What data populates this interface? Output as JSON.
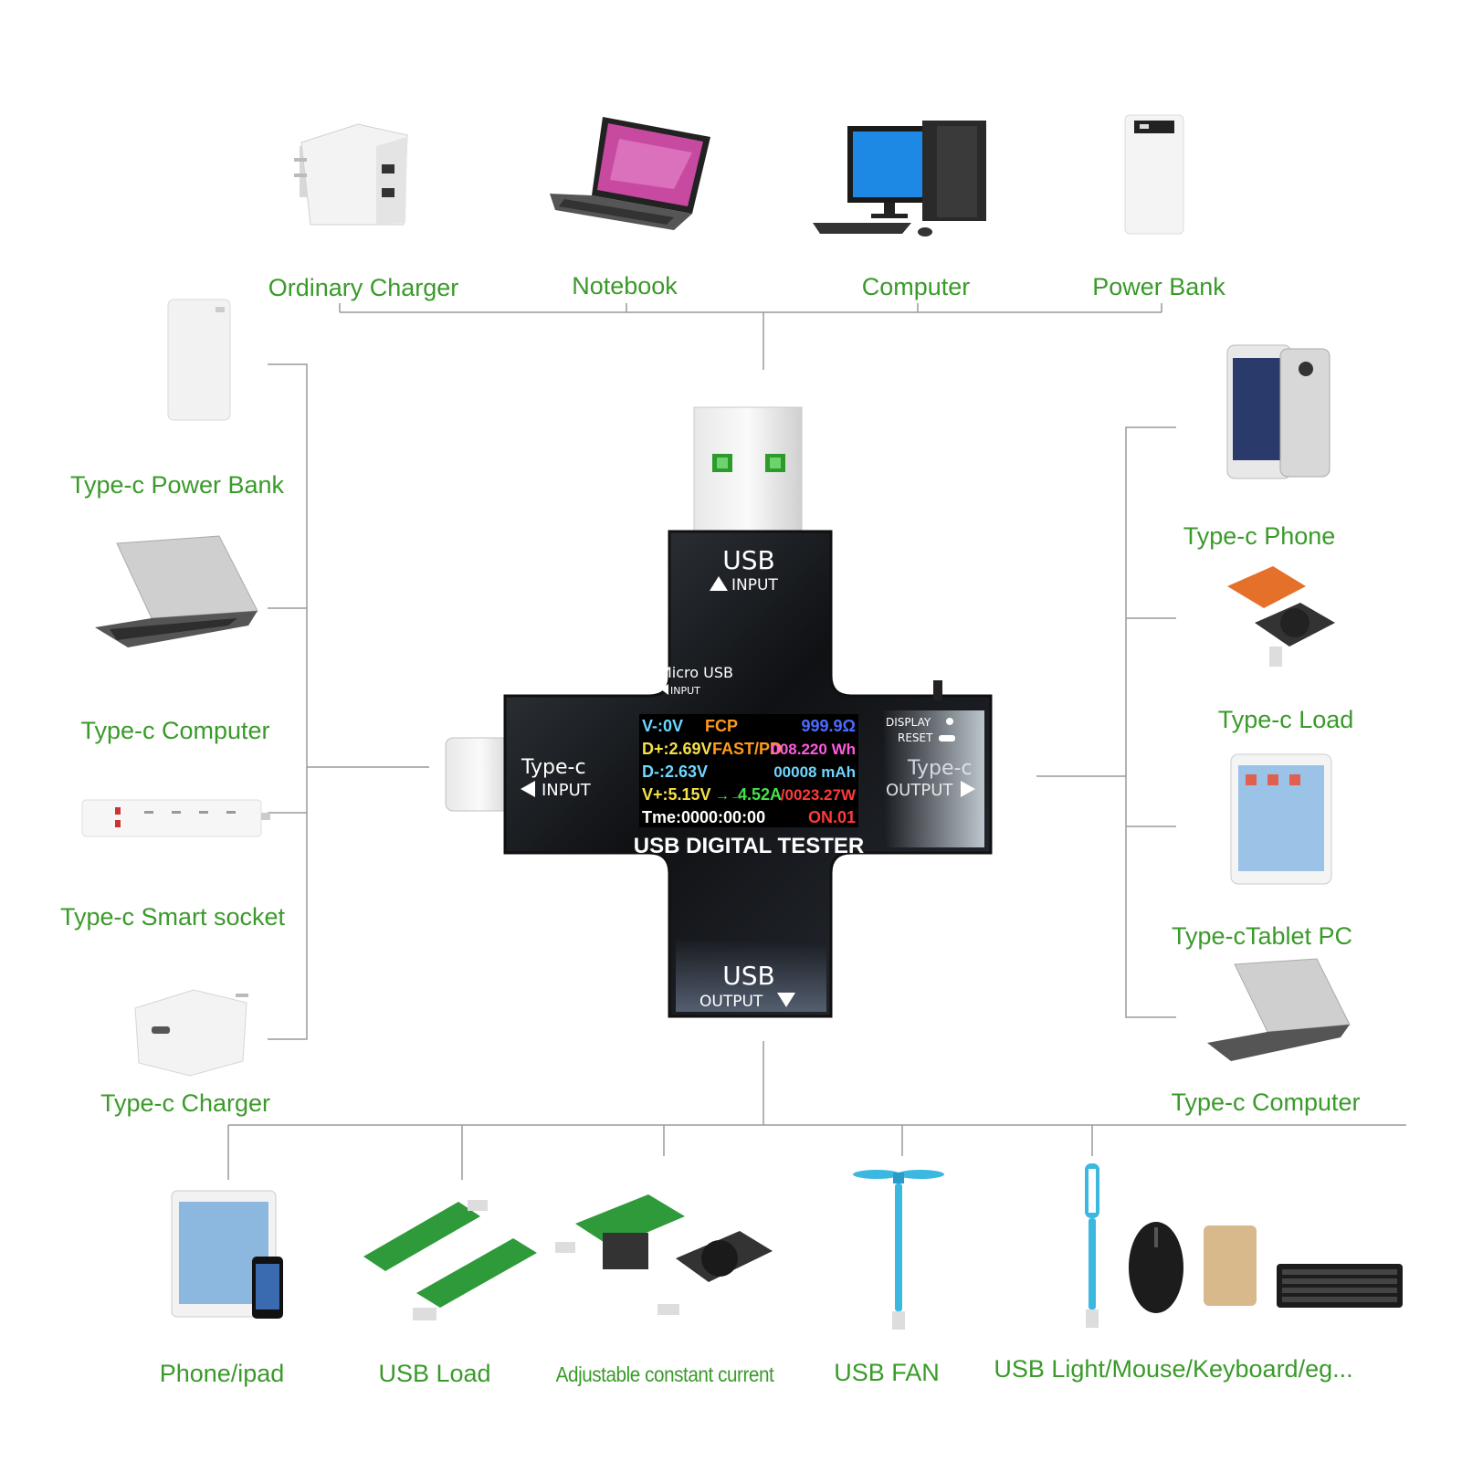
{
  "labels": {
    "top": [
      "Ordinary Charger",
      "Notebook",
      "Computer",
      "Power Bank"
    ],
    "left": [
      "Type-c Power Bank",
      "Type-c Computer",
      "Type-c Smart socket",
      "Type-c Charger"
    ],
    "right": [
      "Type-c Phone",
      "Type-c Load",
      "Type-cTablet PC",
      "Type-c Computer"
    ],
    "bottom": [
      "Phone/ipad",
      "USB Load",
      "Adjustable constant current",
      "USB FAN",
      "USB Light/Mouse/Keyboard/eg..."
    ]
  },
  "tester": {
    "usb_input": "USB",
    "usb_input_sub": "INPUT",
    "micro_usb": "Micro USB",
    "micro_usb_sub": "INPUT",
    "typec_input": "Type-c",
    "typec_input_sub": "INPUT",
    "typec_output": "Type-c",
    "typec_output_sub": "OUTPUT",
    "display": "DISPLAY",
    "reset": "RESET",
    "usb_output": "USB",
    "usb_output_sub": "OUTPUT",
    "title": "USB DIGITAL TESTER"
  },
  "screen": {
    "v_minus": "V-:0V",
    "fcp": "FCP",
    "resistance": "999.9Ω",
    "d_plus": "D+:2.69V",
    "fast_pd": "FAST/PD",
    "energy": "008.220 Wh",
    "d_minus": "D-:2.63V",
    "capacity": "00008 mAh",
    "v_plus": "V+:5.15V",
    "current": "4.52A",
    "power": "/0023.27W",
    "time": "Tme:0000:00:00",
    "on": "ON.01"
  },
  "colors": {
    "label_green": "#3a9a2a",
    "line_gray": "#9a9a9a",
    "screen_cyan": "#6fd6ff",
    "screen_yellow": "#f5e04a",
    "screen_orange": "#ff9a1a",
    "screen_blue": "#4a6bff",
    "screen_magenta": "#ff5ae0",
    "screen_green": "#46e04a",
    "screen_red": "#ff3a3a"
  }
}
